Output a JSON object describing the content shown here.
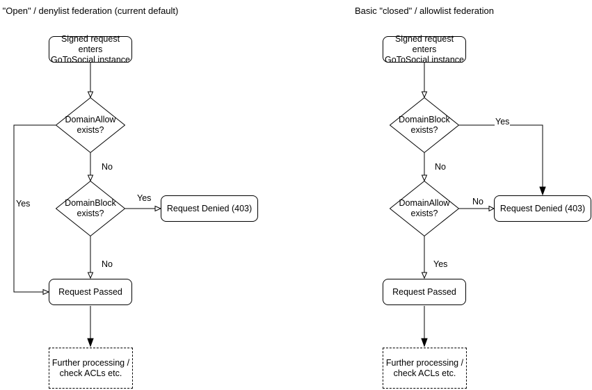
{
  "colors": {
    "stroke": "#000000",
    "text": "#000000",
    "background": "#ffffff"
  },
  "left": {
    "title": "\"Open\" / denylist federation (current default)",
    "start": "Signed request enters\nGoToSocial instance",
    "decision_top": "DomainAllow\nexists?",
    "decision_mid": "DomainBlock\nexists?",
    "denied": "Request Denied (403)",
    "passed": "Request Passed",
    "further": "Further processing /\ncheck ACLs etc.",
    "labels": {
      "loop_yes": "Yes",
      "top_no": "No",
      "mid_yes": "Yes",
      "mid_no": "No"
    }
  },
  "right": {
    "title": "Basic \"closed\" / allowlist federation",
    "start": "Signed request enters\nGoToSocial instance",
    "decision_top": "DomainBlock\nexists?",
    "decision_mid": "DomainAllow\nexists?",
    "denied": "Request Denied (403)",
    "passed": "Request Passed",
    "further": "Further processing /\ncheck ACLs etc.",
    "labels": {
      "top_yes": "Yes",
      "top_no": "No",
      "mid_no": "No",
      "mid_yes": "Yes"
    }
  }
}
